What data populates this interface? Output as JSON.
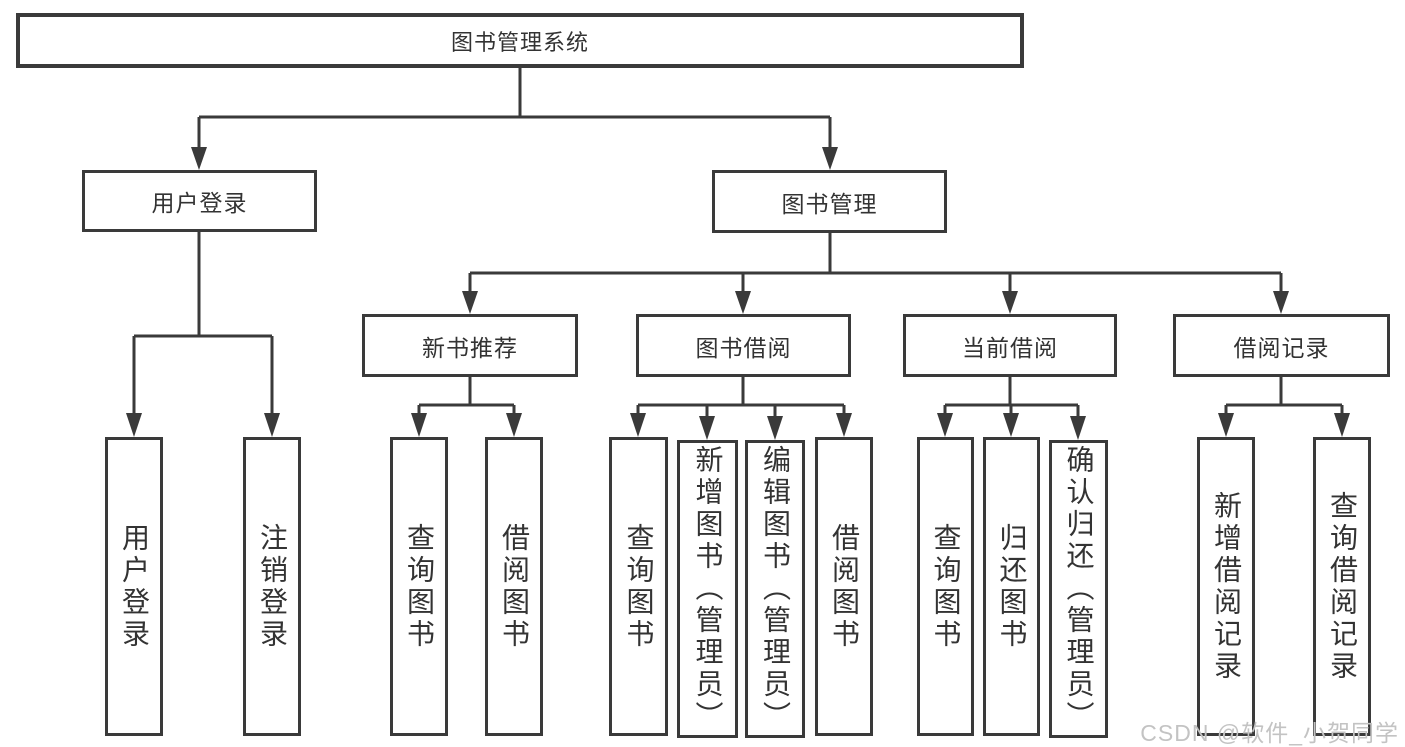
{
  "diagram": {
    "root": "图书管理系统",
    "branches": [
      {
        "label": "用户登录",
        "leaves": [
          "用户登录",
          "注销登录"
        ]
      },
      {
        "label": "图书管理",
        "groups": [
          {
            "label": "新书推荐",
            "leaves": [
              "查询图书",
              "借阅图书"
            ]
          },
          {
            "label": "图书借阅",
            "leaves": [
              "查询图书",
              "新增图书（管理员）",
              "编辑图书（管理员）",
              "借阅图书"
            ]
          },
          {
            "label": "当前借阅",
            "leaves": [
              "查询图书",
              "归还图书",
              "确认归还（管理员）"
            ]
          },
          {
            "label": "借阅记录",
            "leaves": [
              "新增借阅记录",
              "查询借阅记录"
            ]
          }
        ]
      }
    ]
  },
  "watermark": {
    "text": "CSDN @软件_小贺同学"
  },
  "colors": {
    "line": "#3a3a3a",
    "text": "#333333",
    "watermark": "#c3c3c3",
    "background": "#ffffff"
  }
}
